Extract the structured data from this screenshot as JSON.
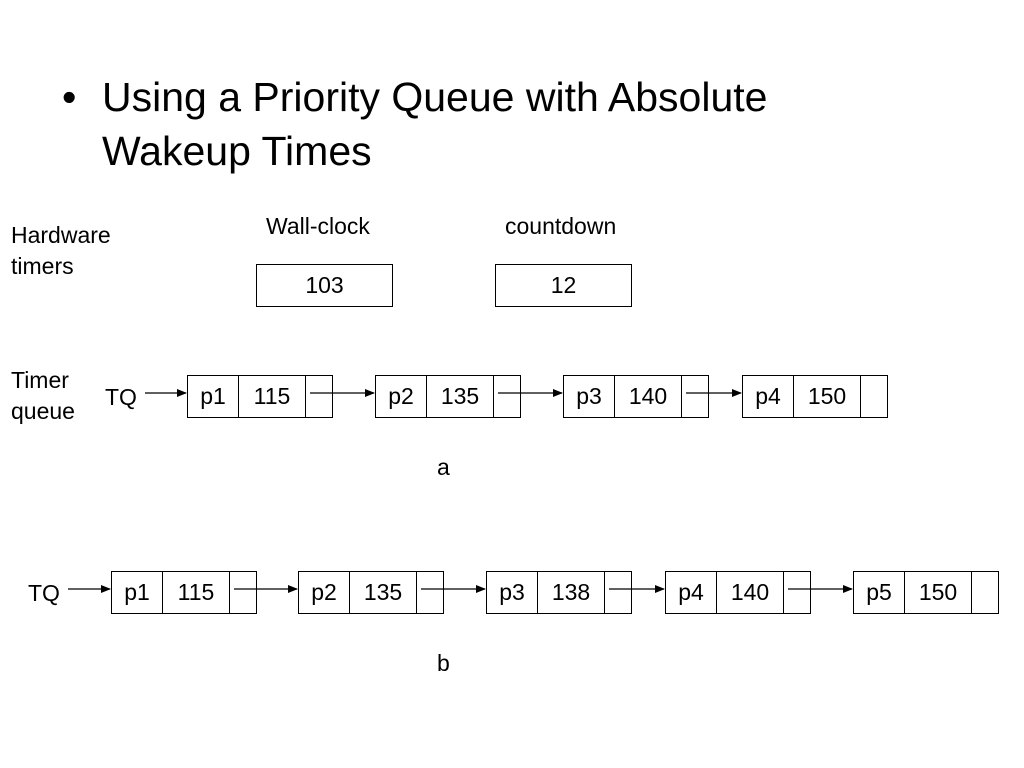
{
  "slide": {
    "bullet": "•",
    "heading_lines": [
      "Using a Priority Queue with Absolute",
      "Wakeup Times"
    ]
  },
  "hardware": {
    "row_label_lines": [
      "Hardware",
      "timers"
    ],
    "wallclock_label": "Wall-clock",
    "wallclock_value": "103",
    "countdown_label": "countdown",
    "countdown_value": "12"
  },
  "queue_a": {
    "row_label_lines": [
      "Timer",
      "queue"
    ],
    "head_label": "TQ",
    "caption": "a",
    "nodes": [
      {
        "proc": "p1",
        "time": "115"
      },
      {
        "proc": "p2",
        "time": "135"
      },
      {
        "proc": "p3",
        "time": "140"
      },
      {
        "proc": "p4",
        "time": "150"
      }
    ]
  },
  "queue_b": {
    "head_label": "TQ",
    "caption": "b",
    "nodes": [
      {
        "proc": "p1",
        "time": "115"
      },
      {
        "proc": "p2",
        "time": "135"
      },
      {
        "proc": "p3",
        "time": "138"
      },
      {
        "proc": "p4",
        "time": "140"
      },
      {
        "proc": "p5",
        "time": "150"
      }
    ]
  }
}
